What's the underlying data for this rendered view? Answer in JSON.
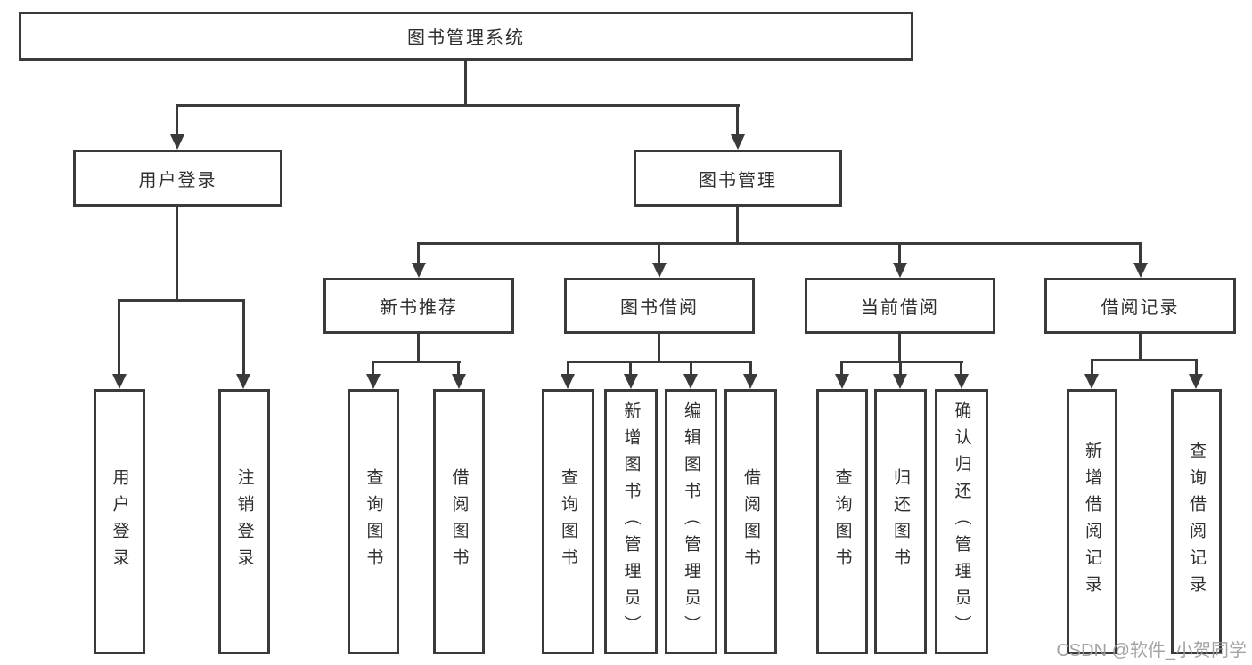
{
  "title": "图书管理系统",
  "colors": {
    "line": "#3a3a3a",
    "text": "#2f2f2f",
    "watermark": "#9c9c9c",
    "background": "#ffffff"
  },
  "nodes": {
    "root": {
      "label": "图书管理系统"
    },
    "user_login": {
      "label": "用户登录"
    },
    "book_management": {
      "label": "图书管理"
    },
    "new_book_recommend": {
      "label": "新书推荐"
    },
    "book_borrow": {
      "label": "图书借阅"
    },
    "current_borrow": {
      "label": "当前借阅"
    },
    "borrow_records": {
      "label": "借阅记录"
    }
  },
  "leaves": {
    "user": [
      "用户登录",
      "注销登录"
    ],
    "recommend": [
      "查询图书",
      "借阅图书"
    ],
    "borrow": [
      "查询图书",
      "新增图书（管理员）",
      "编辑图书（管理员）",
      "借阅图书"
    ],
    "current": [
      "查询图书",
      "归还图书",
      "确认归还（管理员）"
    ],
    "records": [
      "新增借阅记录",
      "查询借阅记录"
    ]
  },
  "watermark": "CSDN @软件_小贺同学"
}
